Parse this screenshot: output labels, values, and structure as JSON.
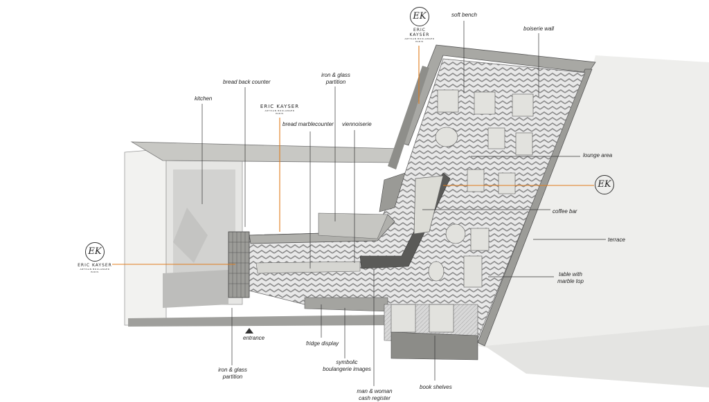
{
  "labels": {
    "soft_bench": "soft bench",
    "boiserie_wall": "boiserie wall",
    "kitchen": "kitchen",
    "bread_back_counter": "bread back counter",
    "iron_glass_partition_top": "iron & glass\npartition",
    "bread_marble_counter": "bread marblecounter",
    "viennoiserie": "viennoiserie",
    "lounge_area": "lounge area",
    "coffee_bar": "coffee bar",
    "terrace": "terrace",
    "table_marble_top": "table with\nmarble top",
    "entrance": "entrance",
    "fridge_display": "fridge display",
    "symbolic_images": "symbolic\nboulangerie images",
    "iron_glass_partition_bottom": "iron & glass\npartition",
    "cash_register": "man & woman\ncash register",
    "book_shelves": "book shelves"
  },
  "logos": {
    "monogram": "EK",
    "brand": "ERIC KAYSER",
    "tagline": "ARTISAN BOULANGER",
    "city": "PARIS"
  },
  "colors": {
    "accent_line": "#e07b1a",
    "leader_line": "#333333",
    "floor_tile": "#b9b9b9",
    "wall": "#9a9a96"
  }
}
